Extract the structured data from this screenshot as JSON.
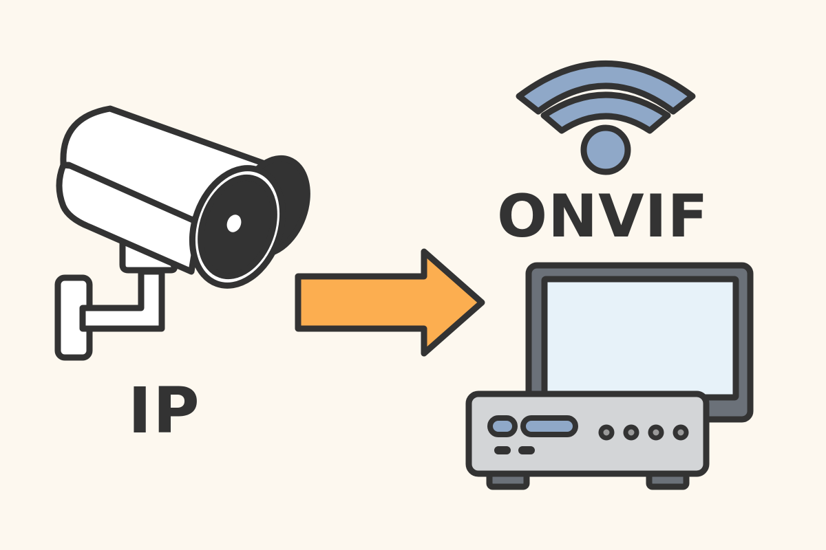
{
  "labels": {
    "source": "IP",
    "protocol": "ONVIF"
  },
  "elements": {
    "camera": "ip-security-camera",
    "arrow": "right-arrow",
    "wifi": "wifi-signal",
    "monitor": "monitor",
    "recorder": "nvr-recorder"
  },
  "colors": {
    "background": "#fdf8ef",
    "outline": "#333333",
    "arrow": "#fcae50",
    "wifi": "#8fa8c8",
    "screen": "#e7f2f9",
    "monitor_frame": "#6b7179",
    "recorder_body": "#d3d5d7",
    "camera_body": "#ffffff"
  }
}
